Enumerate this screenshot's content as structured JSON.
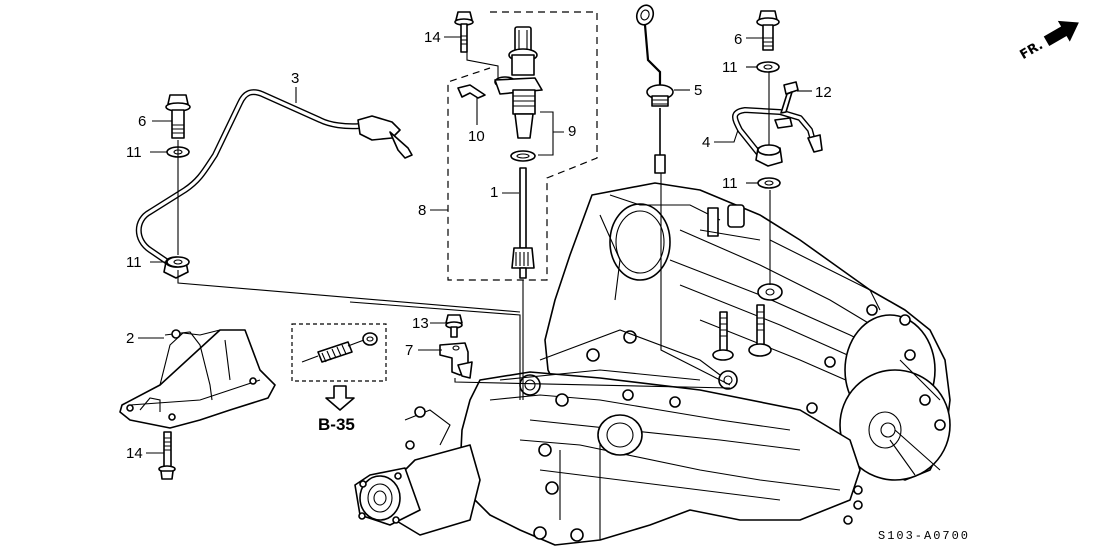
{
  "diagram": {
    "type": "exploded-parts-diagram",
    "subject": "manual transmission housing with speed sensor, dipstick, breather pipes, and mount bracket",
    "diagram_code": "S103-A0700",
    "direction_indicator": "FR.",
    "cross_reference": "B-35",
    "callouts": [
      {
        "id": "c1",
        "label": "1"
      },
      {
        "id": "c2",
        "label": "2"
      },
      {
        "id": "c3",
        "label": "3"
      },
      {
        "id": "c4",
        "label": "4"
      },
      {
        "id": "c5",
        "label": "5"
      },
      {
        "id": "c6a",
        "label": "6"
      },
      {
        "id": "c6b",
        "label": "6"
      },
      {
        "id": "c7",
        "label": "7"
      },
      {
        "id": "c8",
        "label": "8"
      },
      {
        "id": "c9",
        "label": "9"
      },
      {
        "id": "c10",
        "label": "10"
      },
      {
        "id": "c11a",
        "label": "11"
      },
      {
        "id": "c11b",
        "label": "11"
      },
      {
        "id": "c11c",
        "label": "11"
      },
      {
        "id": "c11d",
        "label": "11"
      },
      {
        "id": "c12",
        "label": "12"
      },
      {
        "id": "c13",
        "label": "13"
      },
      {
        "id": "c14a",
        "label": "14"
      },
      {
        "id": "c14b",
        "label": "14"
      }
    ],
    "icons": {
      "front_arrow": "front-direction-arrow-icon",
      "reference_arrow": "down-outline-arrow-icon"
    }
  }
}
